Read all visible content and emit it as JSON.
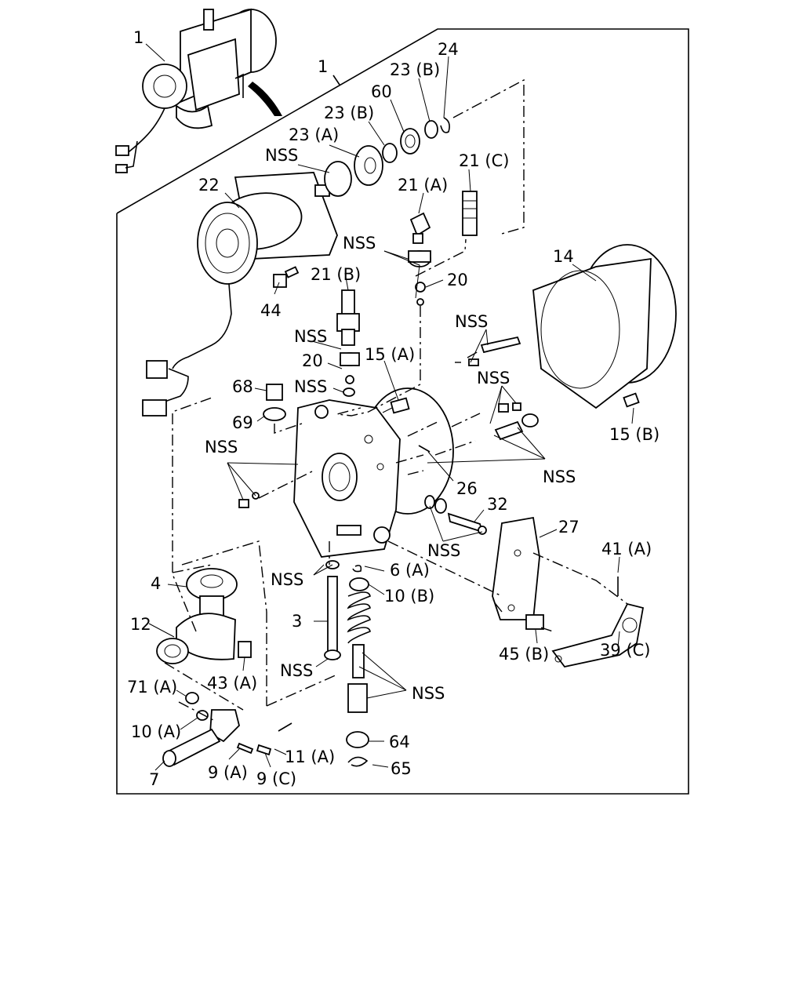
{
  "labels": {
    "l1_top": "1",
    "l1_assy": "1",
    "l24": "24",
    "l23b_a": "23 (B)",
    "l60": "60",
    "l23b_b": "23 (B)",
    "l23a": "23 (A)",
    "lnss_seal": "NSS",
    "l21c": "21 (C)",
    "l22": "22",
    "l21a": "21 (A)",
    "lnss_nut": "NSS",
    "l20_top": "20",
    "l14": "14",
    "l21b": "21 (B)",
    "l44": "44",
    "lnss_21b": "NSS",
    "lnss_pins_top": "NSS",
    "l20_mid": "20",
    "l15a": "15 (A)",
    "l68": "68",
    "lnss_washer": "NSS",
    "lnss_pins_right": "NSS",
    "l69": "69",
    "l15b": "15 (B)",
    "lnss_left": "NSS",
    "lnss_right": "NSS",
    "l26": "26",
    "l32": "32",
    "l27": "27",
    "lnss_32": "NSS",
    "l41a": "41 (A)",
    "l4": "4",
    "lnss_4": "NSS",
    "l6a": "6 (A)",
    "l10b": "10 (B)",
    "l12": "12",
    "l3": "3",
    "l45b": "45 (B)",
    "l39c": "39 (C)",
    "lnss_3": "NSS",
    "l43a": "43 (A)",
    "lnss_spring": "NSS",
    "l71a": "71 (A)",
    "l10a": "10 (A)",
    "l64": "64",
    "l11a": "11 (A)",
    "l65": "65",
    "l7": "7",
    "l9a": "9 (A)",
    "l9c": "9 (C)"
  }
}
